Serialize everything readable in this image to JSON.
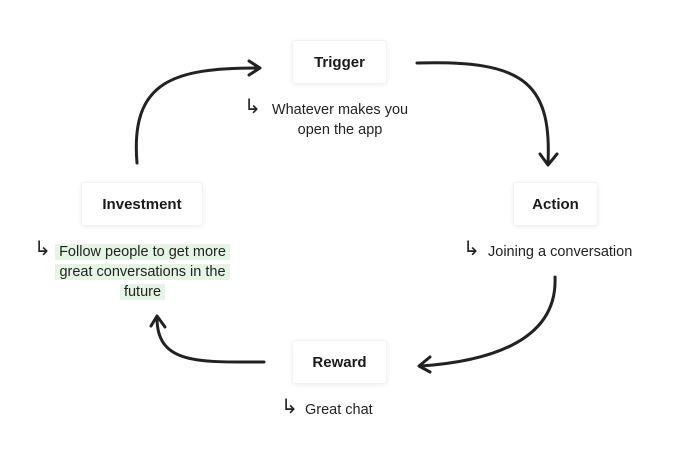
{
  "diagram": {
    "nodes": {
      "trigger": {
        "label": "Trigger",
        "note": "Whatever makes you open the app"
      },
      "action": {
        "label": "Action",
        "note": "Joining a conversation"
      },
      "reward": {
        "label": "Reward",
        "note": "Great chat"
      },
      "investment": {
        "label": "Investment",
        "note": "Follow people to get more great conversations in the future",
        "note_highlight_color": "#e5f5e5"
      }
    },
    "note_marker": "↳",
    "flow": [
      "Trigger",
      "Action",
      "Reward",
      "Investment",
      "Trigger"
    ]
  }
}
